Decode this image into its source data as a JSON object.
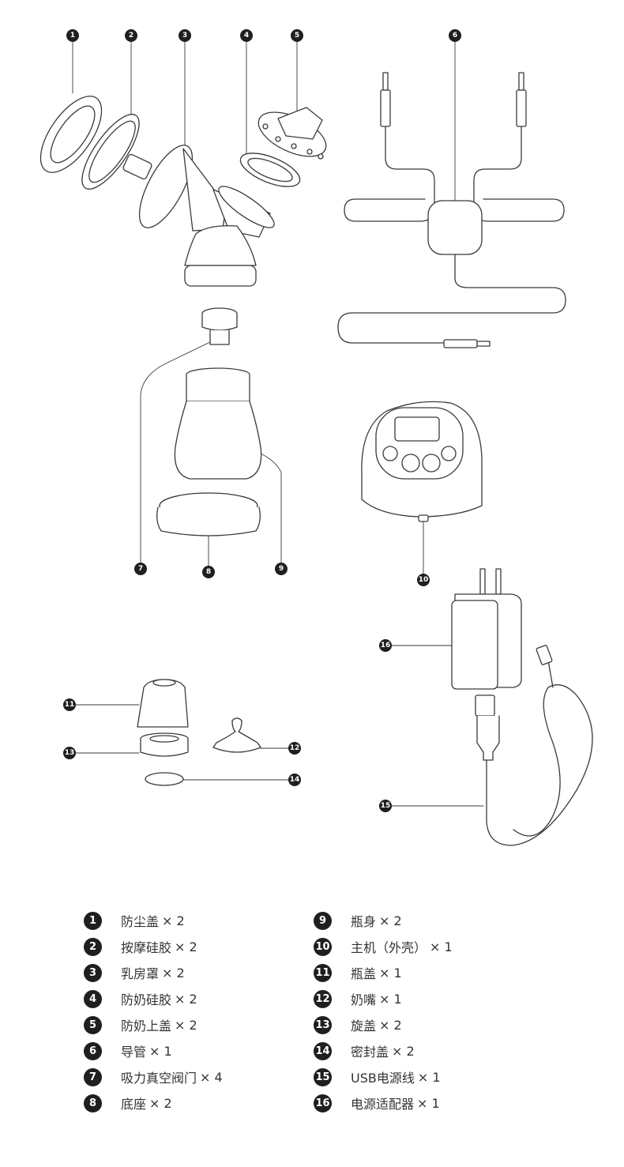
{
  "parts": [
    {
      "num": "1",
      "name": "防尘盖",
      "qty": "× 2"
    },
    {
      "num": "2",
      "name": "按摩硅胶",
      "qty": "× 2"
    },
    {
      "num": "3",
      "name": "乳房罩",
      "qty": "× 2"
    },
    {
      "num": "4",
      "name": "防奶硅胶",
      "qty": "× 2"
    },
    {
      "num": "5",
      "name": "防奶上盖",
      "qty": "× 2"
    },
    {
      "num": "6",
      "name": "导管",
      "qty": "× 1"
    },
    {
      "num": "7",
      "name": "吸力真空阀门",
      "qty": "× 4"
    },
    {
      "num": "8",
      "name": "底座",
      "qty": "× 2"
    },
    {
      "num": "9",
      "name": "瓶身",
      "qty": "× 2"
    },
    {
      "num": "10",
      "name": "主机（外壳）",
      "qty": "× 1"
    },
    {
      "num": "11",
      "name": "瓶盖",
      "qty": "× 1"
    },
    {
      "num": "12",
      "name": "奶嘴",
      "qty": "× 1"
    },
    {
      "num": "13",
      "name": "旋盖",
      "qty": "× 2"
    },
    {
      "num": "14",
      "name": "密封盖",
      "qty": "× 2"
    },
    {
      "num": "15",
      "name": "USB电源线",
      "qty": "× 1"
    },
    {
      "num": "16",
      "name": "电源适配器",
      "qty": "× 1"
    }
  ],
  "colors": {
    "line": "#3a3a3a",
    "part_fill": "#ffffff",
    "badge": "#1f1f1f"
  }
}
